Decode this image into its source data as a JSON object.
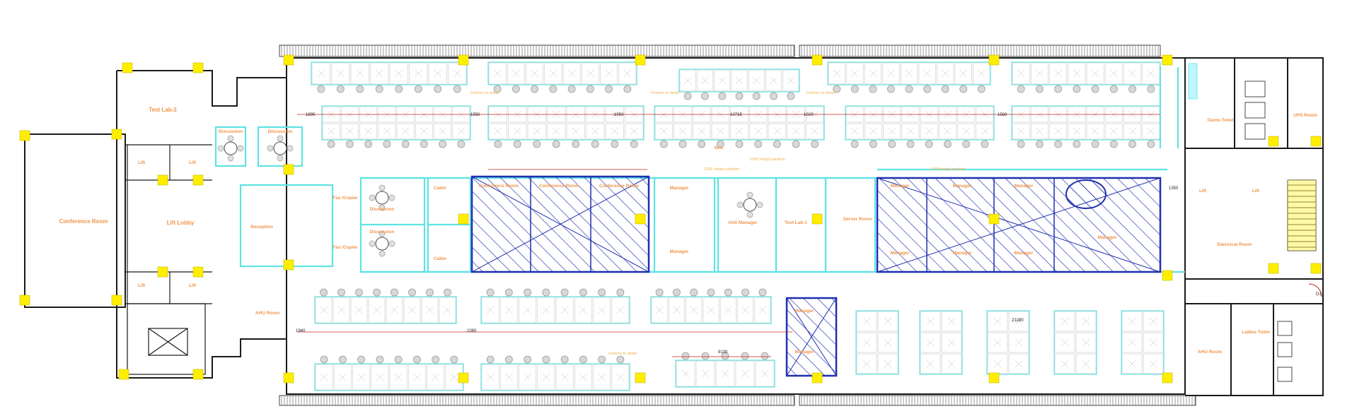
{
  "colors": {
    "wall": "#1a1a1a",
    "partition": "#5fe3e3",
    "hatch": "#1f2fb0",
    "column": "#ffee00",
    "label": "#f0944a",
    "dimension": "#cc2222",
    "furniture": "#9a9a9a",
    "note": "#f2b04e"
  },
  "rooms": {
    "conference_room": "Conference Room",
    "lift_lobby": "Lift Lobby",
    "lift": "Lift",
    "test_lab_2": "Test Lab-2",
    "test_lab_1": "Test Lab-1",
    "discussion": "Discussion",
    "reception": "Reception",
    "fax_copier": "Fax /Copier",
    "cabin": "Cabin",
    "unit_manager": "Unit Manager",
    "manager": "Manager",
    "server_room": "Server Room",
    "ahu_room": "AHU Room",
    "ups_room": "UPS Room",
    "gents_toilet": "Gents Toilet",
    "ladies_toilet": "Ladies Toilet",
    "electrical_room": "Electrical Room",
    "sec": "Sec."
  },
  "notes": {
    "feature_to_detail": "Feature to detail",
    "height_partition_1": "1200 height partition",
    "height_partition_2": "1500 height partition"
  },
  "dimensions": {
    "d1895": "1895",
    "d1550": "1550",
    "d1050": "1050",
    "d1020": "1020",
    "d10715": "10715",
    "d1580": "1580",
    "d1940": "1940",
    "d1080": "1080",
    "d9130": "9130",
    "d21280": "21280",
    "d1350": "1350"
  },
  "marker_d1": "D1"
}
